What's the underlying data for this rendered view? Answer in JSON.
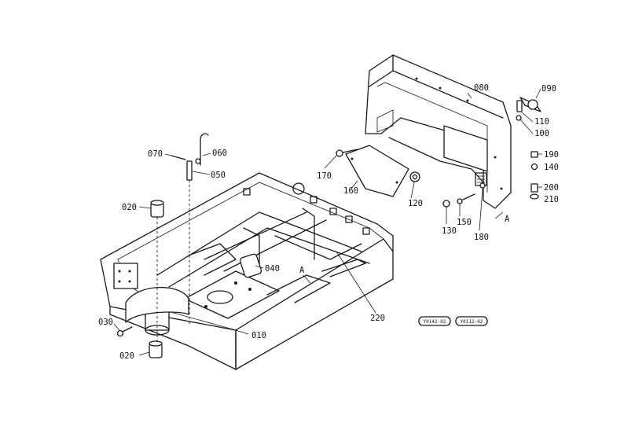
{
  "diagram": {
    "part_labels": [
      {
        "id": "p010",
        "text": "010"
      },
      {
        "id": "p020a",
        "text": "020"
      },
      {
        "id": "p020b",
        "text": "020"
      },
      {
        "id": "p030",
        "text": "030"
      },
      {
        "id": "p040",
        "text": "040"
      },
      {
        "id": "p050",
        "text": "050"
      },
      {
        "id": "p060",
        "text": "060"
      },
      {
        "id": "p070",
        "text": "070"
      },
      {
        "id": "p080",
        "text": "080"
      },
      {
        "id": "p090",
        "text": "090"
      },
      {
        "id": "p100",
        "text": "100"
      },
      {
        "id": "p110",
        "text": "110"
      },
      {
        "id": "p120",
        "text": "120"
      },
      {
        "id": "p130",
        "text": "130"
      },
      {
        "id": "p140",
        "text": "140"
      },
      {
        "id": "p150",
        "text": "150"
      },
      {
        "id": "p160",
        "text": "160"
      },
      {
        "id": "p170",
        "text": "170"
      },
      {
        "id": "p180",
        "text": "180"
      },
      {
        "id": "p190",
        "text": "190"
      },
      {
        "id": "p200",
        "text": "200"
      },
      {
        "id": "p210",
        "text": "210"
      },
      {
        "id": "p220",
        "text": "220"
      }
    ],
    "reference_marks": [
      "A",
      "A"
    ],
    "reference_codes": [
      "Y0142-02",
      "Y0112-02"
    ]
  }
}
